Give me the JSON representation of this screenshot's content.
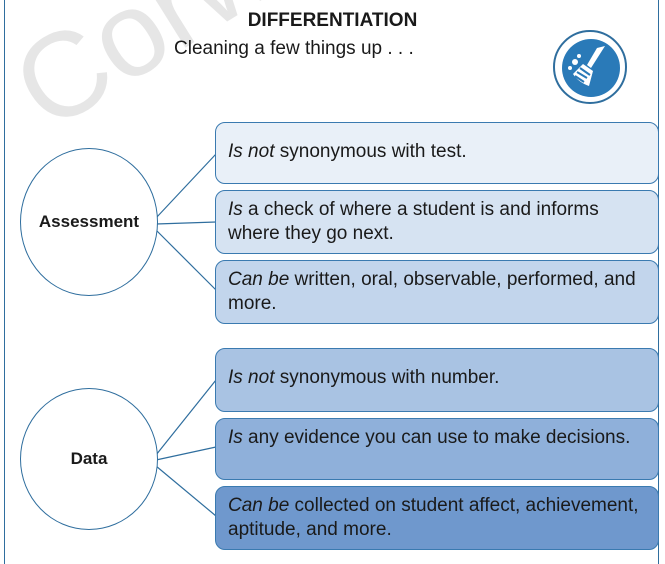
{
  "header": {
    "title": "DIFFERENTIATION",
    "subtitle": "Cleaning a few things up . . ."
  },
  "watermark": "Corwin",
  "icon": {
    "name": "broom-icon",
    "color": "#2a7ab8"
  },
  "groups": [
    {
      "label": "Assessment",
      "items": [
        {
          "emphasis": "Is not",
          "text": " synonymous with test."
        },
        {
          "emphasis": "Is",
          "text": " a check of where a student is and informs where they go next."
        },
        {
          "emphasis": "Can be",
          "text": " written, oral, observable, performed, and more."
        }
      ]
    },
    {
      "label": "Data",
      "items": [
        {
          "emphasis": "Is not",
          "text": " synonymous with number."
        },
        {
          "emphasis": "Is",
          "text": " any evidence you can use to make decisions."
        },
        {
          "emphasis": "Can be",
          "text": " collected on student affect, achievement, aptitude, and more."
        }
      ]
    }
  ],
  "colors": {
    "border": "#2f6e9e",
    "fill_1": "#e9f0f8",
    "fill_2": "#d6e3f2",
    "fill_3": "#c2d5ec",
    "fill_4": "#a9c3e3",
    "fill_5": "#8fb0da",
    "fill_6": "#6f98cd"
  }
}
